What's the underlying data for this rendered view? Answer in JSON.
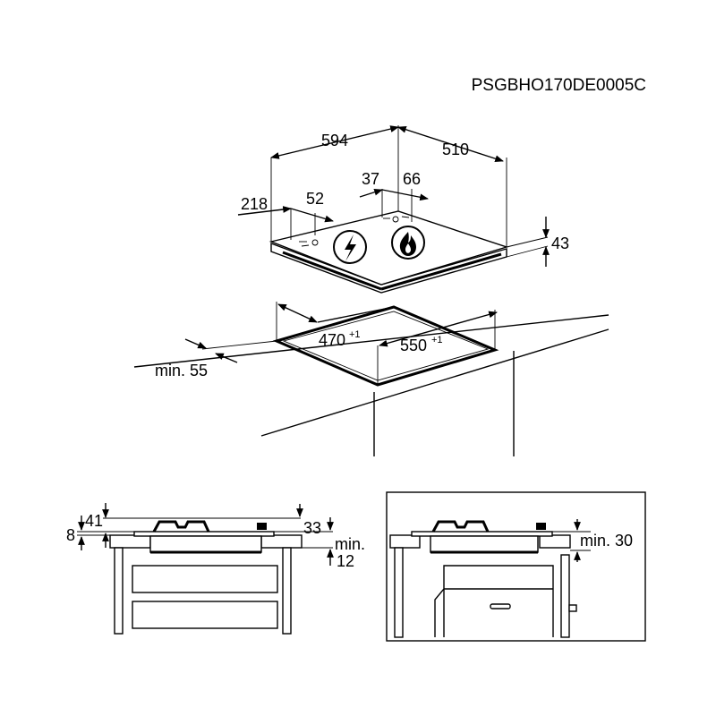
{
  "drawing_code": "PSGBHO170DE0005C",
  "hob": {
    "width": "594",
    "depth": "510",
    "left_offset": "218",
    "control_offset": "52",
    "dim_37": "37",
    "dim_66": "66",
    "height": "43",
    "electric_icon": "lightning-bolt-icon",
    "gas_icon": "flame-icon"
  },
  "cutout": {
    "depth": "470",
    "depth_tol": "+1",
    "width": "550",
    "width_tol": "+1",
    "min_edge": "min. 55"
  },
  "section_left": {
    "dim_8": "8",
    "dim_41": "41",
    "dim_33": "33",
    "min_label": "min.",
    "min_value": "12"
  },
  "section_right": {
    "min_30": "min. 30"
  }
}
